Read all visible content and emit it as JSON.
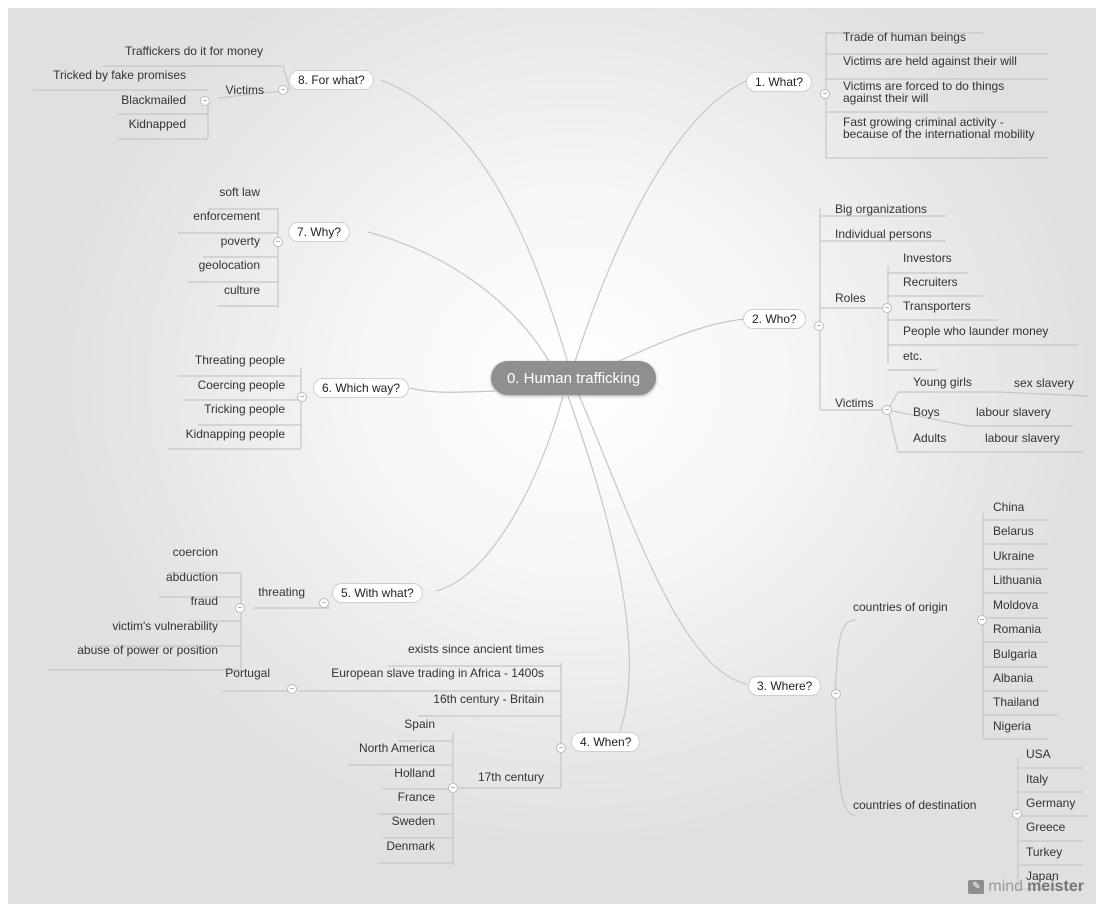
{
  "root": {
    "label": "0. Human trafficking"
  },
  "topics": {
    "what": "1. What?",
    "who": "2. Who?",
    "where": "3. Where?",
    "when": "4. When?",
    "with_what": "5. With what?",
    "which_way": "6. Which way?",
    "why": "7. Why?",
    "for_what": "8. For what?"
  },
  "what": [
    "Trade of human beings",
    "Victims are held against their will",
    "Victims are forced to do things against their will",
    "Fast growing criminal activity - because of the international mobility"
  ],
  "who": {
    "items": [
      "Big organizations",
      "Individual persons"
    ],
    "roles_label": "Roles",
    "roles": [
      "Investors",
      "Recruiters",
      "Transporters",
      "People who launder money",
      "etc."
    ],
    "victims_label": "Victims",
    "victims": [
      {
        "label": "Young girls",
        "sub": "sex slavery"
      },
      {
        "label": "Boys",
        "sub": "labour slavery"
      },
      {
        "label": "Adults",
        "sub": "labour slavery"
      }
    ]
  },
  "where": {
    "origin_label": "countries of origin",
    "origin": [
      "China",
      "Belarus",
      "Ukraine",
      "Lithuania",
      "Moldova",
      "Romania",
      "Bulgaria",
      "Albania",
      "Thailand",
      "Nigeria"
    ],
    "destination_label": "countries of destination",
    "destination": [
      "USA",
      "Italy",
      "Germany",
      "Greece",
      "Turkey",
      "Japan"
    ]
  },
  "when": {
    "ancient": "exists since ancient times",
    "european": "European slave trading in Africa - 1400s",
    "portugal": "Portugal",
    "britain": "16th century - Britain",
    "c17_label": "17th century",
    "c17": [
      "Spain",
      "North America",
      "Holland",
      "France",
      "Sweden",
      "Denmark"
    ]
  },
  "with_what": {
    "threating_label": "threating",
    "items": [
      "coercion",
      "abduction",
      "fraud",
      "victim's vulnerability",
      "abuse of power or position"
    ]
  },
  "which_way": [
    "Threating people",
    "Coercing people",
    "Tricking people",
    "Kidnapping people"
  ],
  "why": [
    "soft law",
    "enforcement",
    "poverty",
    "geolocation",
    "culture"
  ],
  "for_what": {
    "traffickers": "Traffickers do it for money",
    "victims_label": "Victims",
    "victims": [
      "Tricked by fake promises",
      "Blackmailed",
      "Kidnapped"
    ]
  },
  "logo": {
    "prefix": "mind",
    "suffix": "meister"
  }
}
